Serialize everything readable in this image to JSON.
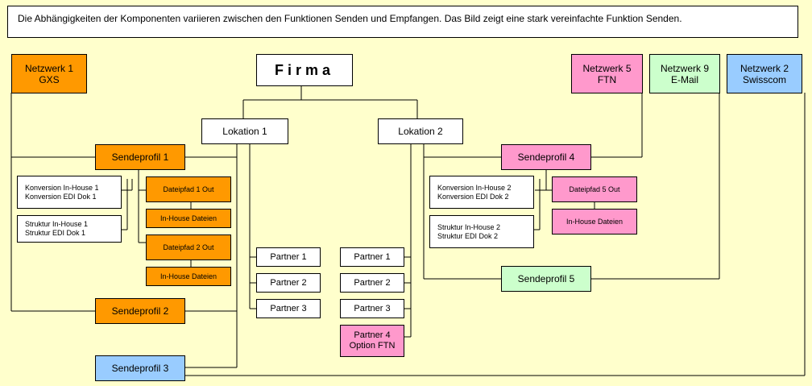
{
  "caption": "Die Abhängigkeiten der Komponenten variieren zwischen den Funktionen Senden und Empfangen. Das Bild zeigt eine stark vereinfachte Funktion Senden.",
  "firma": "Firma",
  "netzwerk1": "Netzwerk 1\nGXS",
  "netzwerk5": "Netzwerk 5\nFTN",
  "netzwerk9": "Netzwerk 9\nE-Mail",
  "netzwerk2": "Netzwerk 2\nSwisscom",
  "lokation1": "Lokation 1",
  "lokation2": "Lokation 2",
  "sendeprofil1": "Sendeprofil 1",
  "sendeprofil2": "Sendeprofil 2",
  "sendeprofil3": "Sendeprofil 3",
  "sendeprofil4": "Sendeprofil 4",
  "sendeprofil5": "Sendeprofil 5",
  "konversion1": "Konversion In-House 1\nKonversion EDI Dok 1",
  "struktur1": "Struktur In-House 1\nStruktur EDI Dok 1",
  "konversion2": "Konversion In-House 2\nKonversion EDI Dok 2",
  "struktur2": "Struktur In-House 2\nStruktur EDI Dok 2",
  "dateipfad1": "Dateipfad 1 Out",
  "dateipfad2": "Dateipfad 2 Out",
  "dateipfad5": "Dateipfad 5 Out",
  "inhouse_a": "In-House Dateien",
  "inhouse_b": "In-House Dateien",
  "inhouse_c": "In-House Dateien",
  "l1_partner1": "Partner 1",
  "l1_partner2": "Partner 2",
  "l1_partner3": "Partner 3",
  "l2_partner1": "Partner 1",
  "l2_partner2": "Partner 2",
  "l2_partner3": "Partner 3",
  "l2_partner4": "Partner 4\nOption FTN",
  "colors": {
    "background": "#ffffcc",
    "orange": "#ff9900",
    "pink": "#ff99cc",
    "green": "#ccffcc",
    "blue": "#99ccff"
  }
}
